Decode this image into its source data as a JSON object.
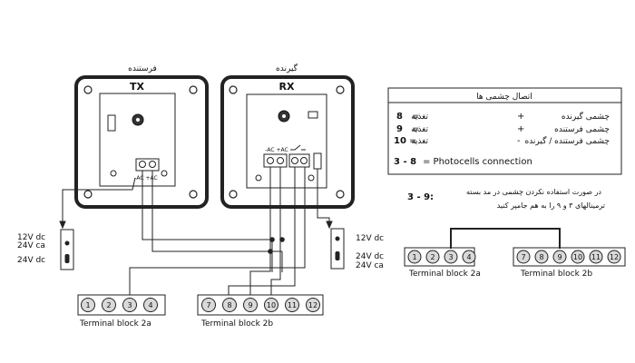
{
  "tx": {
    "caption_fa": "فرستنده",
    "title": "TX",
    "term_labels": "-AC +AC"
  },
  "rx": {
    "caption_fa": "گیرنده",
    "title": "RX",
    "term_labels": "-AC +AC"
  },
  "left_power": {
    "line1": "12V dc",
    "line2": "24V ca",
    "line3": "24V dc"
  },
  "right_power": {
    "line1": "12V dc",
    "line2": "24V dc",
    "line3": "24V ca"
  },
  "bottom_left_block": {
    "terminals": [
      "1",
      "2",
      "3",
      "4"
    ],
    "label": "Terminal block 2a"
  },
  "bottom_right_block": {
    "terminals": [
      "7",
      "8",
      "9",
      "10",
      "11",
      "12"
    ],
    "label": "Terminal block 2b"
  },
  "legend": {
    "title_fa": "اتصال چشمی ها",
    "rows": [
      {
        "num": "8",
        "eq": "=",
        "power_fa": "تغذیه",
        "sign": "+",
        "desc_fa": "چشمی گیرنده"
      },
      {
        "num": "9",
        "eq": "=",
        "power_fa": "تغذیه",
        "sign": "+",
        "desc_fa": "چشمی فرستنده"
      },
      {
        "num": "10",
        "eq": "=",
        "power_fa": "تغذیه",
        "sign": "-",
        "desc_fa": "چشمی فرستنده / گیرنده"
      }
    ],
    "connection_num": "3 - 8",
    "connection_text": "= Photocells connection"
  },
  "note": {
    "num": "3 - 9:",
    "line1_fa": "در صورت استفاده نکردن چشمی در مد بسته",
    "line2_fa": "ترمینالهای ۳ و ۹ را به هم جامپر کنید"
  },
  "jumper_left_block": {
    "terminals": [
      "1",
      "2",
      "3",
      "4"
    ],
    "label": "Terminal block 2a"
  },
  "jumper_right_block": {
    "terminals": [
      "7",
      "8",
      "9",
      "10",
      "11",
      "12"
    ],
    "label": "Terminal block 2b"
  }
}
